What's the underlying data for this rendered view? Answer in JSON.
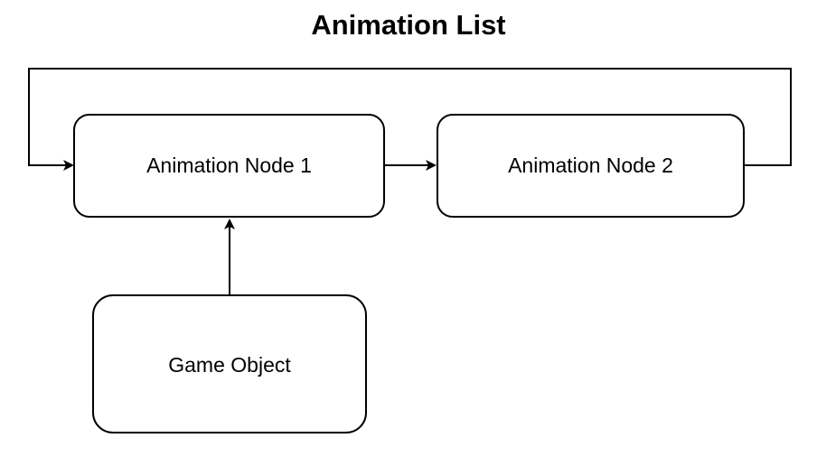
{
  "title": "Animation List",
  "nodes": {
    "animation_node_1": "Animation Node 1",
    "animation_node_2": "Animation Node 2",
    "game_object": "Game Object"
  },
  "colors": {
    "stroke": "#000000",
    "node_fill": "#ffffff",
    "background": "#ffffff"
  }
}
